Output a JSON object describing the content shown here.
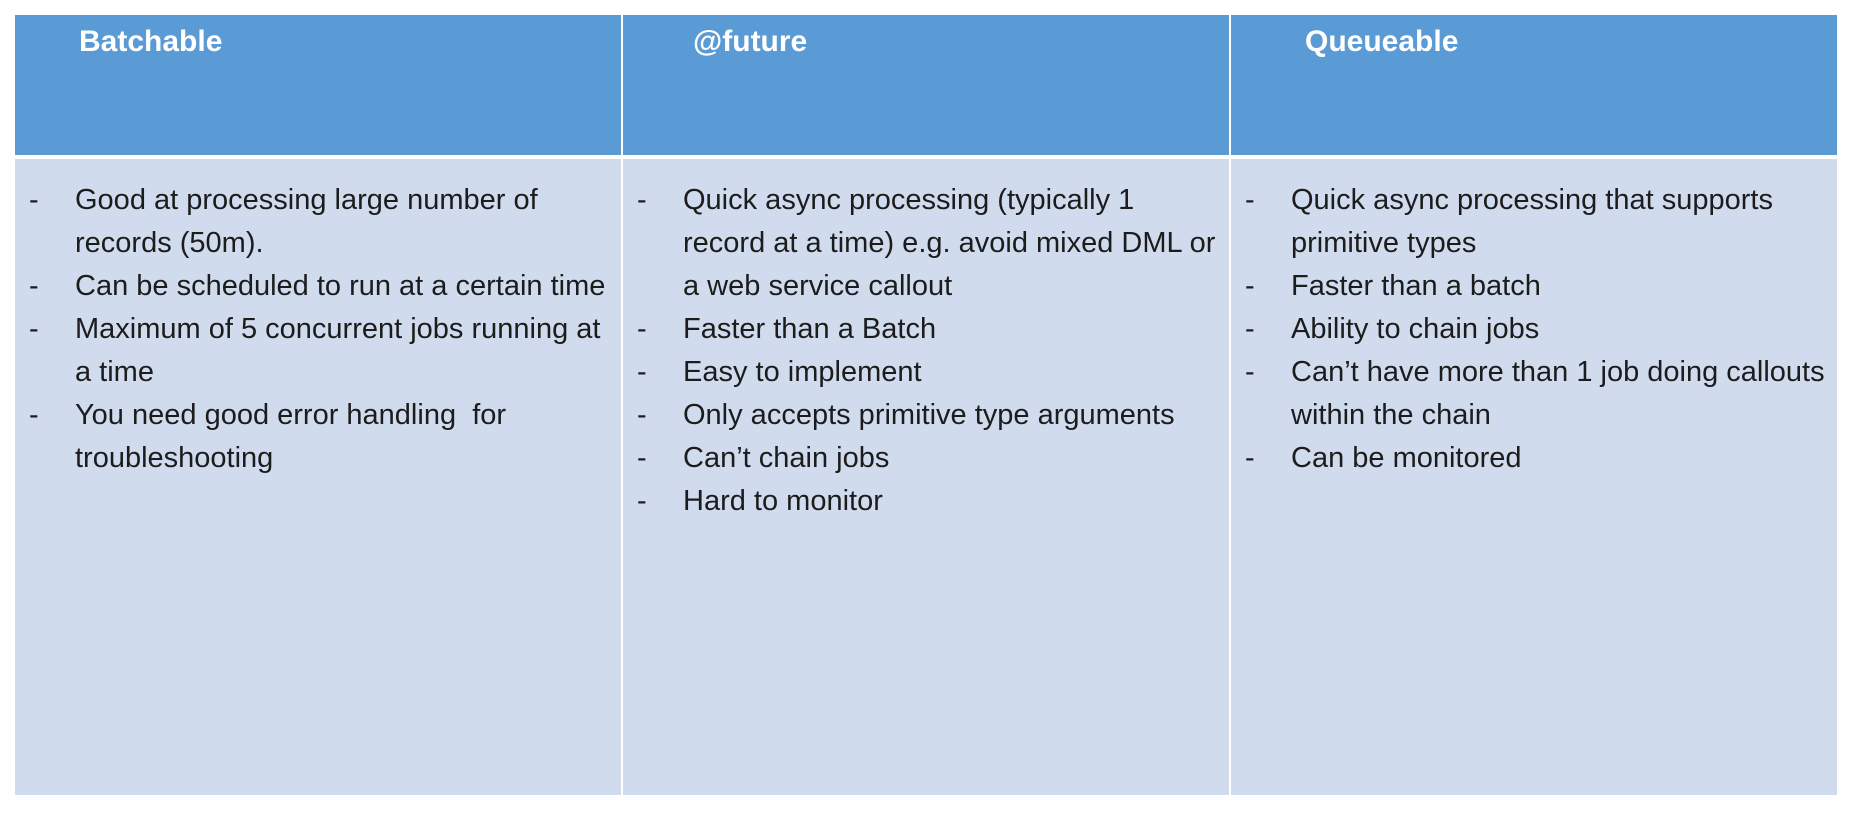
{
  "columns": [
    {
      "header": "Batchable",
      "bullet_marker": "-",
      "items": [
        "Good at processing large number of records (50m).",
        "Can be scheduled to run at a certain time",
        "Maximum of 5 concurrent jobs running at a time",
        "You need good error handling  for troubleshooting"
      ]
    },
    {
      "header": "@future",
      "bullet_marker": "-",
      "items": [
        "Quick async processing (typically 1 record at a time) e.g. avoid mixed DML or a web service callout",
        "Faster than a Batch",
        "Easy to implement",
        "Only accepts primitive type arguments",
        "Can’t chain jobs",
        "Hard to monitor"
      ]
    },
    {
      "header": "Queueable",
      "bullet_marker": "-",
      "items": [
        "Quick async processing that supports primitive types",
        "Faster than a batch",
        "Ability to chain jobs",
        "Can’t have more than 1 job doing callouts within the chain",
        "Can be monitored"
      ]
    }
  ],
  "colors": {
    "header_bg": "#5b9bd5",
    "body_bg": "#d0dcee",
    "header_text": "#ffffff",
    "body_text": "#1c1c1c"
  }
}
